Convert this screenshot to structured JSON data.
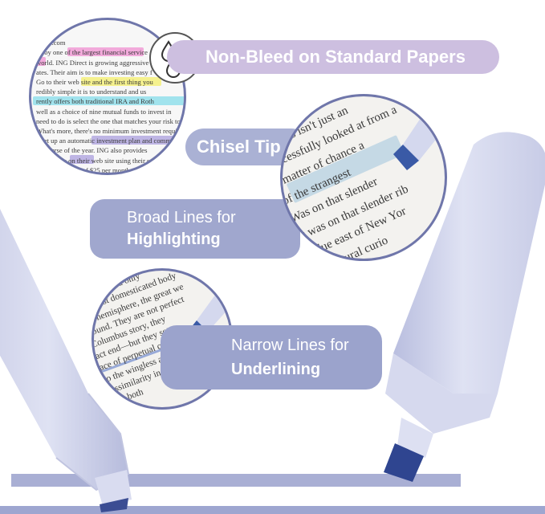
{
  "features": [
    {
      "id": "non-bleed",
      "line1": "Non-Bleed on Standard Papers"
    },
    {
      "id": "chisel",
      "line1": "Chisel Tip"
    },
    {
      "id": "broad",
      "line1": "Broad Lines for",
      "line2": "Highlighting"
    },
    {
      "id": "narrow",
      "line1": "Narrow Lines for",
      "line2": "Underlining"
    }
  ],
  "circle1_text": "IRECT\nnirect.com\ned by one of the largest financial service\nworld. ING Direct is growing aggressive\nates. Their aim is to make investing easy f\nGo to their web site and the first thing you\nredibly simple it is to understand and us\nrently offers both traditional IRA and Roth\nwell as a choice of nine mutual funds to invest in\nneed to do is select the one that matches your risk tole\nWhat's more, there's no minimum investment require\nu set up an automatic investment plan and commit\nhe course of the year. ING also provides\nion models on their web site using their s\nvest a minimum of $25 per month\nmodels. The forms",
  "circle2_text": "most limited o\nan: This isn't just an\nsuccessfully looked at from a\na matter of chance a\nof the strangest\nWas on that slender\nIt was on that slender rib\nIt due east of New Yor\nWe natural curio",
  "circle3_text": "a only a pa\nand separated only\nthe most domesticated body\nern hemisphere, the great we\nSound. They are not perfect\nColumbus story, they\nact end—but they set\nace of perpetual confusion to\nto the wingless a more error\ndissimilarity in every n\n       both"
}
